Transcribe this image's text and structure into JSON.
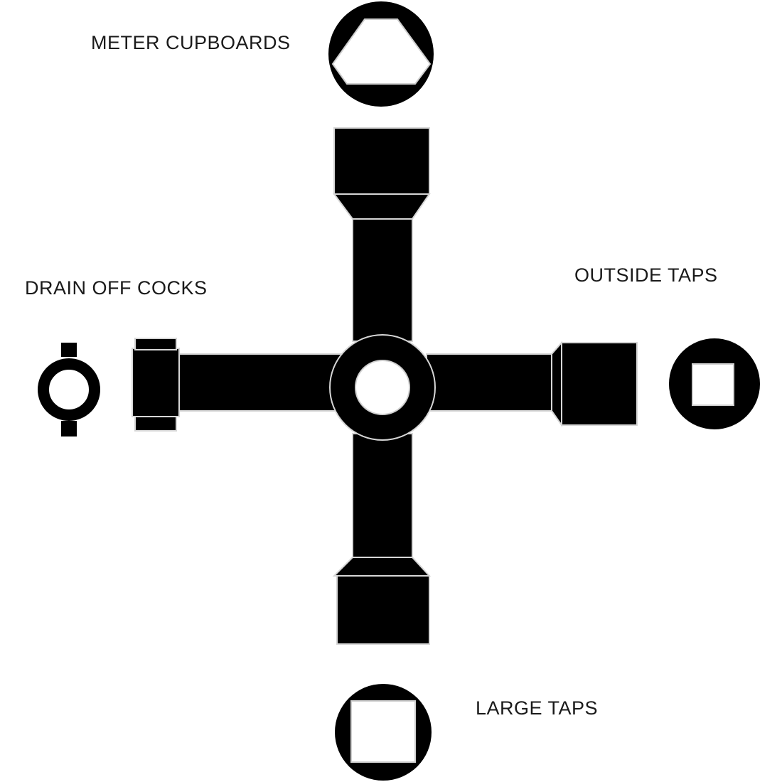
{
  "labels": {
    "meter_cupboards": "METER CUPBOARDS",
    "drain_off_cocks": "DRAIN OFF COCKS",
    "outside_taps": "OUTSIDE TAPS",
    "large_taps": "LARGE TAPS"
  },
  "colors": {
    "key_fill": "#000000",
    "outline": "#cfcfcf",
    "background": "#ffffff",
    "text": "#1a1a1a"
  }
}
